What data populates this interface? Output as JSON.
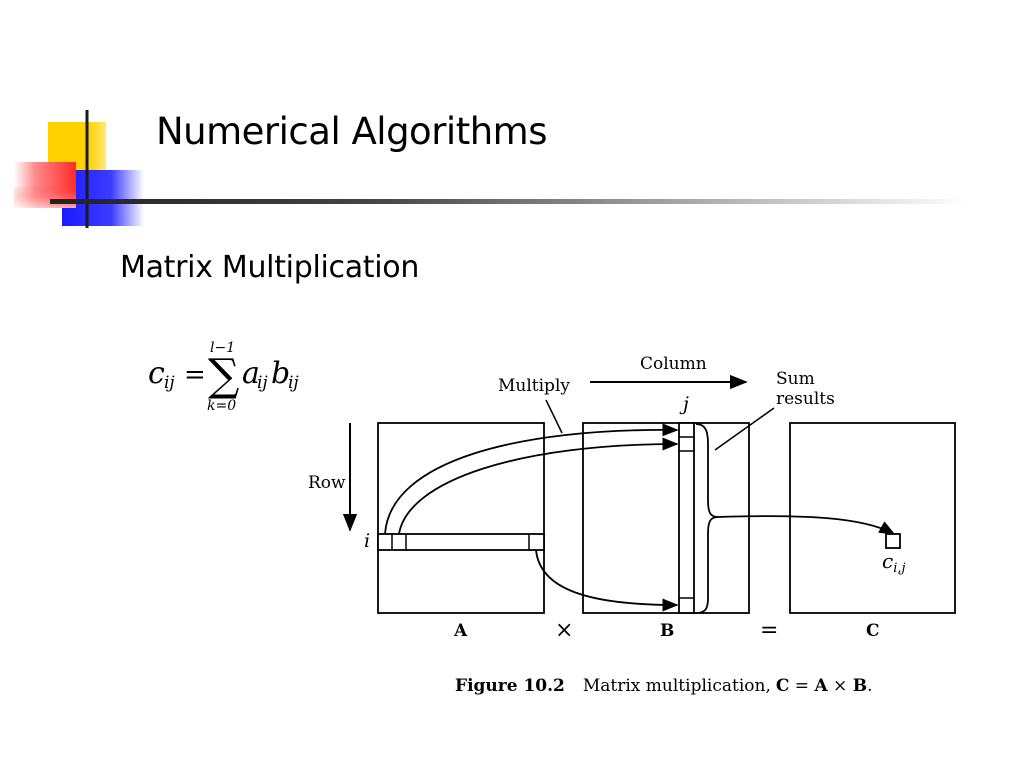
{
  "slide": {
    "title": "Numerical Algorithms",
    "subtitle": "Matrix Multiplication"
  },
  "formula": {
    "lhs_var": "c",
    "lhs_sub": "ij",
    "equals": "=",
    "upper_limit": "l−1",
    "lower_limit": "k=0",
    "sigma": "∑",
    "a_var": "a",
    "a_sub": "ij",
    "b_var": "b",
    "b_sub": "ij"
  },
  "figure": {
    "label_column": "Column",
    "label_multiply": "Multiply",
    "label_sum": "Sum",
    "label_results": "results",
    "label_row": "Row",
    "label_i": "i",
    "label_j": "j",
    "label_cij": "c",
    "label_cij_sub": "i,j",
    "matrix_a": "A",
    "matrix_b": "B",
    "matrix_c": "C",
    "op_times": "×",
    "op_equals": "=",
    "caption_number": "Figure 10.2",
    "caption_text": "Matrix multiplication,",
    "caption_eq_c": "C",
    "caption_eq_mid": " = ",
    "caption_eq_a": "A",
    "caption_eq_times": " × ",
    "caption_eq_b": "B",
    "caption_eq_end": "."
  },
  "colors": {
    "logo_yellow": "#ffd200",
    "logo_red": "#ff3333",
    "logo_blue": "#2626ff",
    "rule_dark": "#333333"
  }
}
